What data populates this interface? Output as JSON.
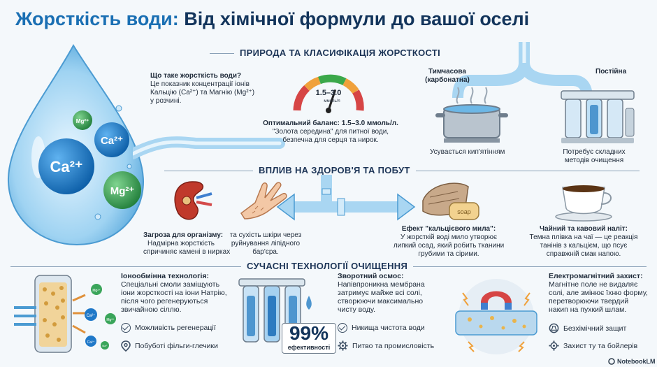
{
  "title": {
    "part1": "Жорсткість води:",
    "part2": "Від хімічної формули до вашої оселі"
  },
  "sections": {
    "nature": "ПРИРОДА ТА КЛАСИФІКАЦІЯ ЖОРСТКОСТІ",
    "health": "ВПЛИВ НА ЗДОРОВ'Я ТА ПОБУТ",
    "tech": "СУЧАСНІ ТЕХНОЛОГІЇ ОЧИЩЕННЯ"
  },
  "drop": {
    "ions": [
      "Ca²⁺",
      "Ca²⁺",
      "Mg²⁺",
      "Mg²⁺"
    ],
    "question": "Що таке жорсткість води?",
    "answer_l1": "Це показник концентрації іонів",
    "answer_l2": "Кальцію (Ca²⁺) та Магнію (Mg²⁺)",
    "answer_l3": "у розчині."
  },
  "gauge": {
    "range": "1.5–3.0",
    "unit": "ммоль/л",
    "level": 0.6,
    "caption_l1": "Оптимальний баланс: 1.5–3.0 ммоль/л.",
    "caption_l2": "\"Золота середина\" для питної води,",
    "caption_l3": "безпечна для серця та нирок."
  },
  "types": {
    "temporary_l1": "Тимчасова",
    "temporary_l2": "(карбонатна)",
    "permanent": "Постійна",
    "temporary_note": "Усувається кип'ятінням",
    "permanent_note_l1": "Потребує складних",
    "permanent_note_l2": "методів очищення"
  },
  "health": {
    "organism_title": "Загроза для організму:",
    "organism_l1": "Надмірна жорсткість",
    "organism_l2": "спричиняє камені в нирках",
    "skin_l1": "та сухість шкіри через",
    "skin_l2": "руйнування ліпідного",
    "skin_l3": "бар'єра.",
    "soap_title": "Ефект \"кальцієвого мила\":",
    "soap_l1": "У жорсткій воді мило утворює",
    "soap_l2": "липкий осад, який робить тканини",
    "soap_l3": "грубими та сірими.",
    "soap_label": "soap",
    "tea_title": "Чайний та кавовий наліт:",
    "tea_l1": "Темна плівка на чаї — це реакція",
    "tea_l2": "танінів з кальцієм, що псує",
    "tea_l3": "справжній смак напою."
  },
  "tech": {
    "ion": {
      "title": "Іонообмінна технологія:",
      "l1": "Спеціальні смоли заміщують",
      "l2": "іони жорсткості на іони Натрію,",
      "l3": "після чого регенеруються",
      "l4": "звичайною сіллю.",
      "feature1": "Можливість регенерації",
      "feature2": "Побуботі фільги-глечики",
      "ions": [
        "Mg²⁺",
        "Ca²⁺",
        "Mg²⁺",
        "Ca²⁺",
        "Na⁺"
      ]
    },
    "osmosis": {
      "title": "Зворотний осмос:",
      "l1": "Напівпроникна мембрана",
      "l2": "затримує майже всі солі,",
      "l3": "створюючи максимально",
      "l4": "чисту воду.",
      "percent": "99%",
      "efficiency": "ефективності",
      "feature1": "Никища чистота води",
      "feature2": "Питво та промисловість"
    },
    "magnetic": {
      "title": "Електромагнітний захист:",
      "l1": "Магнітне поле не видаляє",
      "l2": "солі, але змінює їхню форму,",
      "l3": "перетворюючи твердий",
      "l4": "накип на пухкий шлам.",
      "feature1": "Безхімічний защит",
      "feature2": "Захист ту та бойлерів"
    }
  },
  "brand": "NotebookLM",
  "colors": {
    "title": "#12345b",
    "accent": "#1a6fb3",
    "water": "#7ec3ea",
    "calcium": "#1f78c8",
    "magnesium": "#3aa55a"
  }
}
